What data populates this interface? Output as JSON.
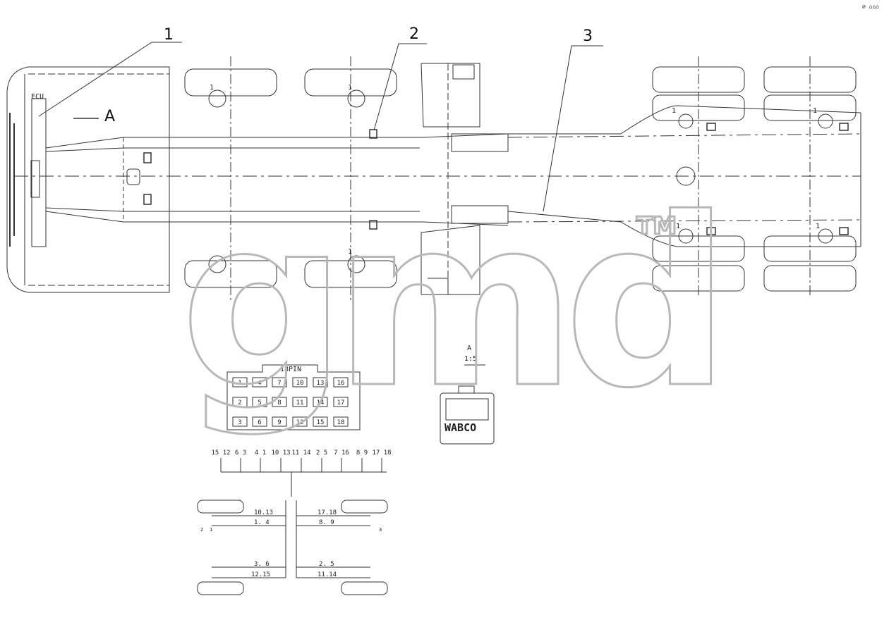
{
  "corner_mark": "⌀ ⌂⌂⌂",
  "callouts": {
    "c1": "1",
    "c2": "2",
    "c3": "3"
  },
  "view_arrow": "A",
  "ecu_label": "ECU",
  "sensor_tag": "1",
  "detail": {
    "title": "A",
    "scale": "1:5",
    "brand": "WABCO"
  },
  "connector": {
    "title": "18PIN",
    "pins": [
      [
        "1",
        "4",
        "7",
        "10",
        "13",
        "16"
      ],
      [
        "2",
        "5",
        "8",
        "11",
        "14",
        "17"
      ],
      [
        "3",
        "6",
        "9",
        "12",
        "15",
        "18"
      ]
    ]
  },
  "harness_pins": [
    "15 12",
    "6 3",
    "4 1",
    "10 13",
    "11 14",
    "2 5",
    "7 16",
    "8 9",
    "17 18"
  ],
  "harness_labels": {
    "l1": "10.13",
    "l2": "1. 4",
    "l3": "3. 6",
    "l4": "12.15",
    "r1": "17.18",
    "r2": "8. 9",
    "r3": "2. 5",
    "r4": "11.14"
  },
  "valve_marks": {
    "a": "2",
    "b": "1",
    "c": "3"
  },
  "watermark": "gmd",
  "trademark": "TM"
}
